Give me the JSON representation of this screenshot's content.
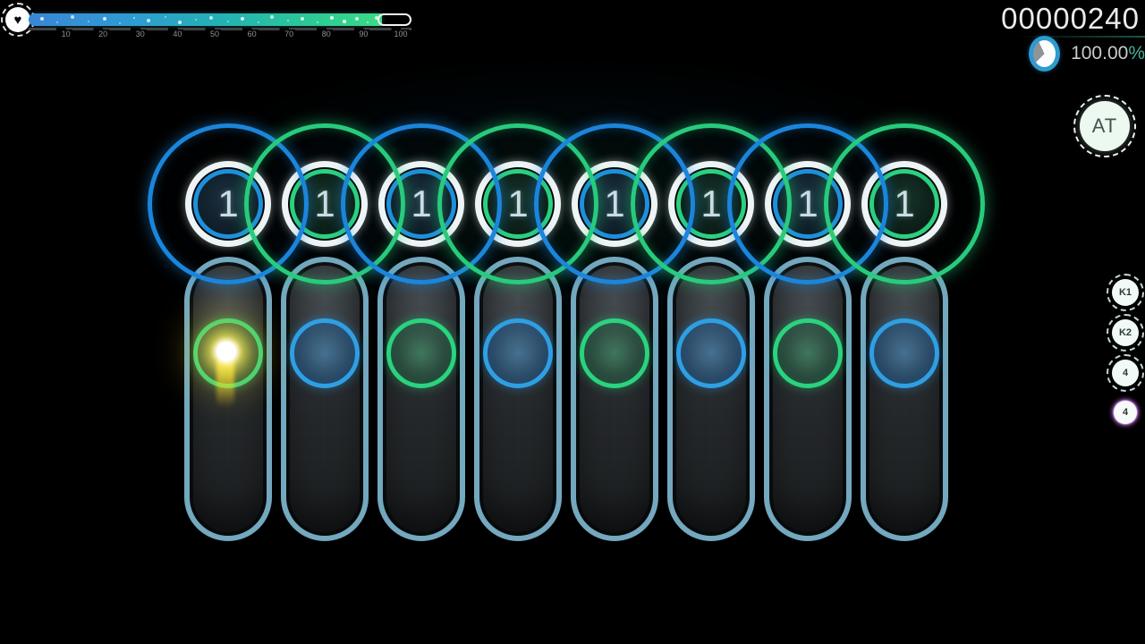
{
  "hud": {
    "score": "00000240",
    "accuracy": "100.00",
    "percent_sign": "%",
    "mod_badge": "AT",
    "heart_icon": "♥"
  },
  "health_bar": {
    "tick_labels": [
      "10",
      "20",
      "30",
      "40",
      "50",
      "60",
      "70",
      "80",
      "90",
      "100"
    ],
    "fill_percent": 96
  },
  "key_overlay": {
    "badges": [
      {
        "label": "K1",
        "state": "idle"
      },
      {
        "label": "K2",
        "state": "idle"
      },
      {
        "label": "4",
        "state": "idle"
      },
      {
        "label": "4",
        "state": "pressed"
      }
    ]
  },
  "playfield": {
    "columns": [
      {
        "number": "1",
        "circle_color": "blue",
        "receptor_color": "green",
        "hit_burst": true
      },
      {
        "number": "1",
        "circle_color": "green",
        "receptor_color": "blue",
        "hit_burst": false
      },
      {
        "number": "1",
        "circle_color": "blue",
        "receptor_color": "green",
        "hit_burst": false
      },
      {
        "number": "1",
        "circle_color": "green",
        "receptor_color": "blue",
        "hit_burst": false
      },
      {
        "number": "1",
        "circle_color": "blue",
        "receptor_color": "green",
        "hit_burst": false
      },
      {
        "number": "1",
        "circle_color": "green",
        "receptor_color": "blue",
        "hit_burst": false
      },
      {
        "number": "1",
        "circle_color": "blue",
        "receptor_color": "green",
        "hit_burst": false
      },
      {
        "number": "1",
        "circle_color": "green",
        "receptor_color": "blue",
        "hit_burst": false
      }
    ]
  },
  "colors": {
    "circle_blue": "#1f8fdc",
    "circle_green": "#2bd17e",
    "lane_border": "#73a8be",
    "burst_yellow": "#ffe23c",
    "accuracy_ring": "#2e9ad0",
    "percent_teal": "#45b29a",
    "hp_gradient": [
      "#3a86d8",
      "#23b2b4",
      "#3bdb85"
    ]
  }
}
